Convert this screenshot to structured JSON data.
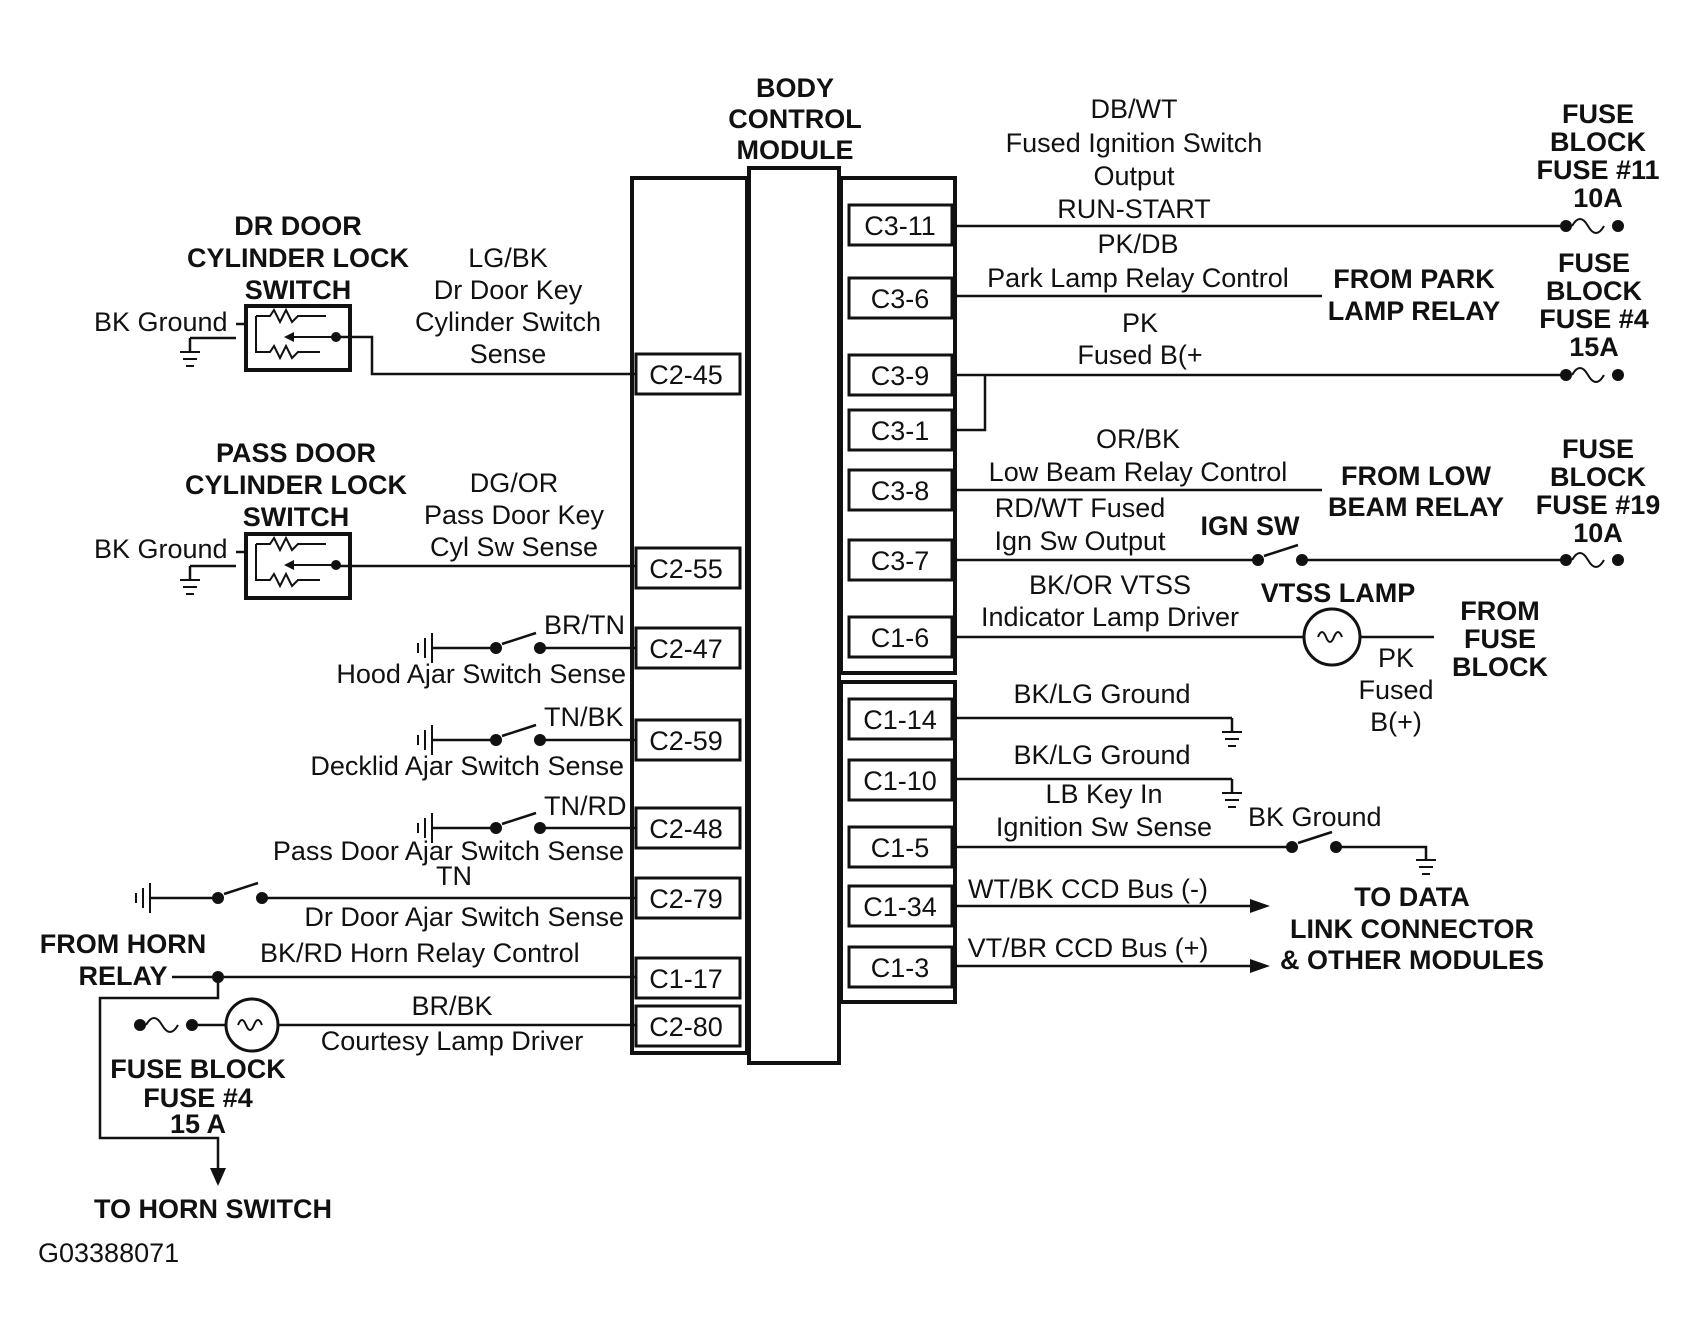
{
  "module_title": [
    "BODY",
    "CONTROL",
    "MODULE"
  ],
  "left_components": {
    "dr_door_switch_title": [
      "DR DOOR",
      "CYLINDER LOCK",
      "SWITCH"
    ],
    "pass_door_switch_title": [
      "PASS DOOR",
      "CYLINDER LOCK",
      "SWITCH"
    ],
    "bk_ground_1": "BK Ground",
    "bk_ground_2": "BK Ground",
    "from_horn_relay": [
      "FROM HORN",
      "RELAY"
    ],
    "fuse_block_left": [
      "FUSE BLOCK",
      "FUSE #4",
      "15 A"
    ],
    "to_horn_switch": "TO HORN SWITCH",
    "figure_id": "G03388071"
  },
  "left_circuits": [
    {
      "pin": "C2-45",
      "wire": [
        "LG/BK",
        "Dr Door Key",
        "Cylinder Switch",
        "Sense"
      ]
    },
    {
      "pin": "C2-55",
      "wire": [
        "DG/OR",
        "Pass Door Key",
        "Cyl Sw Sense"
      ]
    },
    {
      "pin": "C2-47",
      "color": "BR/TN",
      "desc": "Hood Ajar Switch Sense"
    },
    {
      "pin": "C2-59",
      "color": "TN/BK",
      "desc": "Decklid Ajar Switch Sense"
    },
    {
      "pin": "C2-48",
      "color": "TN/RD",
      "desc": "Pass Door Ajar Switch Sense"
    },
    {
      "pin": "C2-79",
      "color": "TN",
      "desc": "Dr Door Ajar Switch Sense"
    },
    {
      "pin": "C1-17",
      "desc": "BK/RD  Horn Relay Control"
    },
    {
      "pin": "C2-80",
      "color": "BR/BK",
      "desc": "Courtesy Lamp Driver"
    }
  ],
  "right_circuits": [
    {
      "pin": "C3-11",
      "wire": [
        "DB/WT",
        "Fused Ignition Switch",
        "Output",
        "RUN-START"
      ]
    },
    {
      "pin": "C3-6",
      "wire": [
        "PK/DB",
        "Park Lamp Relay Control"
      ]
    },
    {
      "pin": "C3-9",
      "wire": [
        "PK",
        "Fused B(+"
      ]
    },
    {
      "pin": "C3-1"
    },
    {
      "pin": "C3-8",
      "wire": [
        "OR/BK",
        "Low Beam Relay Control"
      ]
    },
    {
      "pin": "C3-7",
      "wire": [
        "RD/WT Fused",
        "Ign Sw Output"
      ]
    },
    {
      "pin": "C1-6",
      "wire": [
        "BK/OR   VTSS",
        "Indicator Lamp Driver"
      ]
    },
    {
      "pin": "C1-14",
      "wire": [
        "BK/LG Ground"
      ]
    },
    {
      "pin": "C1-10",
      "wire": [
        "BK/LG Ground"
      ]
    },
    {
      "pin": "C1-5",
      "wire": [
        "LB Key In",
        "Ignition Sw Sense"
      ]
    },
    {
      "pin": "C1-34",
      "wire": [
        "WT/BK CCD Bus (-)"
      ]
    },
    {
      "pin": "C1-3",
      "wire": [
        "VT/BR CCD Bus (+)"
      ]
    }
  ],
  "right_components": {
    "fuse_11": [
      "FUSE",
      "BLOCK",
      "FUSE #11",
      "10A"
    ],
    "fuse_4": [
      "FUSE",
      "BLOCK",
      "FUSE #4",
      "15A"
    ],
    "fuse_19": [
      "FUSE",
      "BLOCK",
      "FUSE #19",
      "10A"
    ],
    "from_park_lamp_relay": [
      "FROM PARK",
      "LAMP RELAY"
    ],
    "from_low_beam_relay": [
      "FROM LOW",
      "BEAM RELAY"
    ],
    "ign_sw": "IGN SW",
    "vtss_lamp": "VTSS LAMP",
    "from_fuse_block": [
      "FROM",
      "FUSE",
      "BLOCK"
    ],
    "pk_fused": [
      "PK",
      "Fused",
      "B(+)"
    ],
    "bk_ground_right": "BK Ground",
    "to_data_link": [
      "TO DATA",
      "LINK CONNECTOR",
      "& OTHER MODULES"
    ]
  }
}
